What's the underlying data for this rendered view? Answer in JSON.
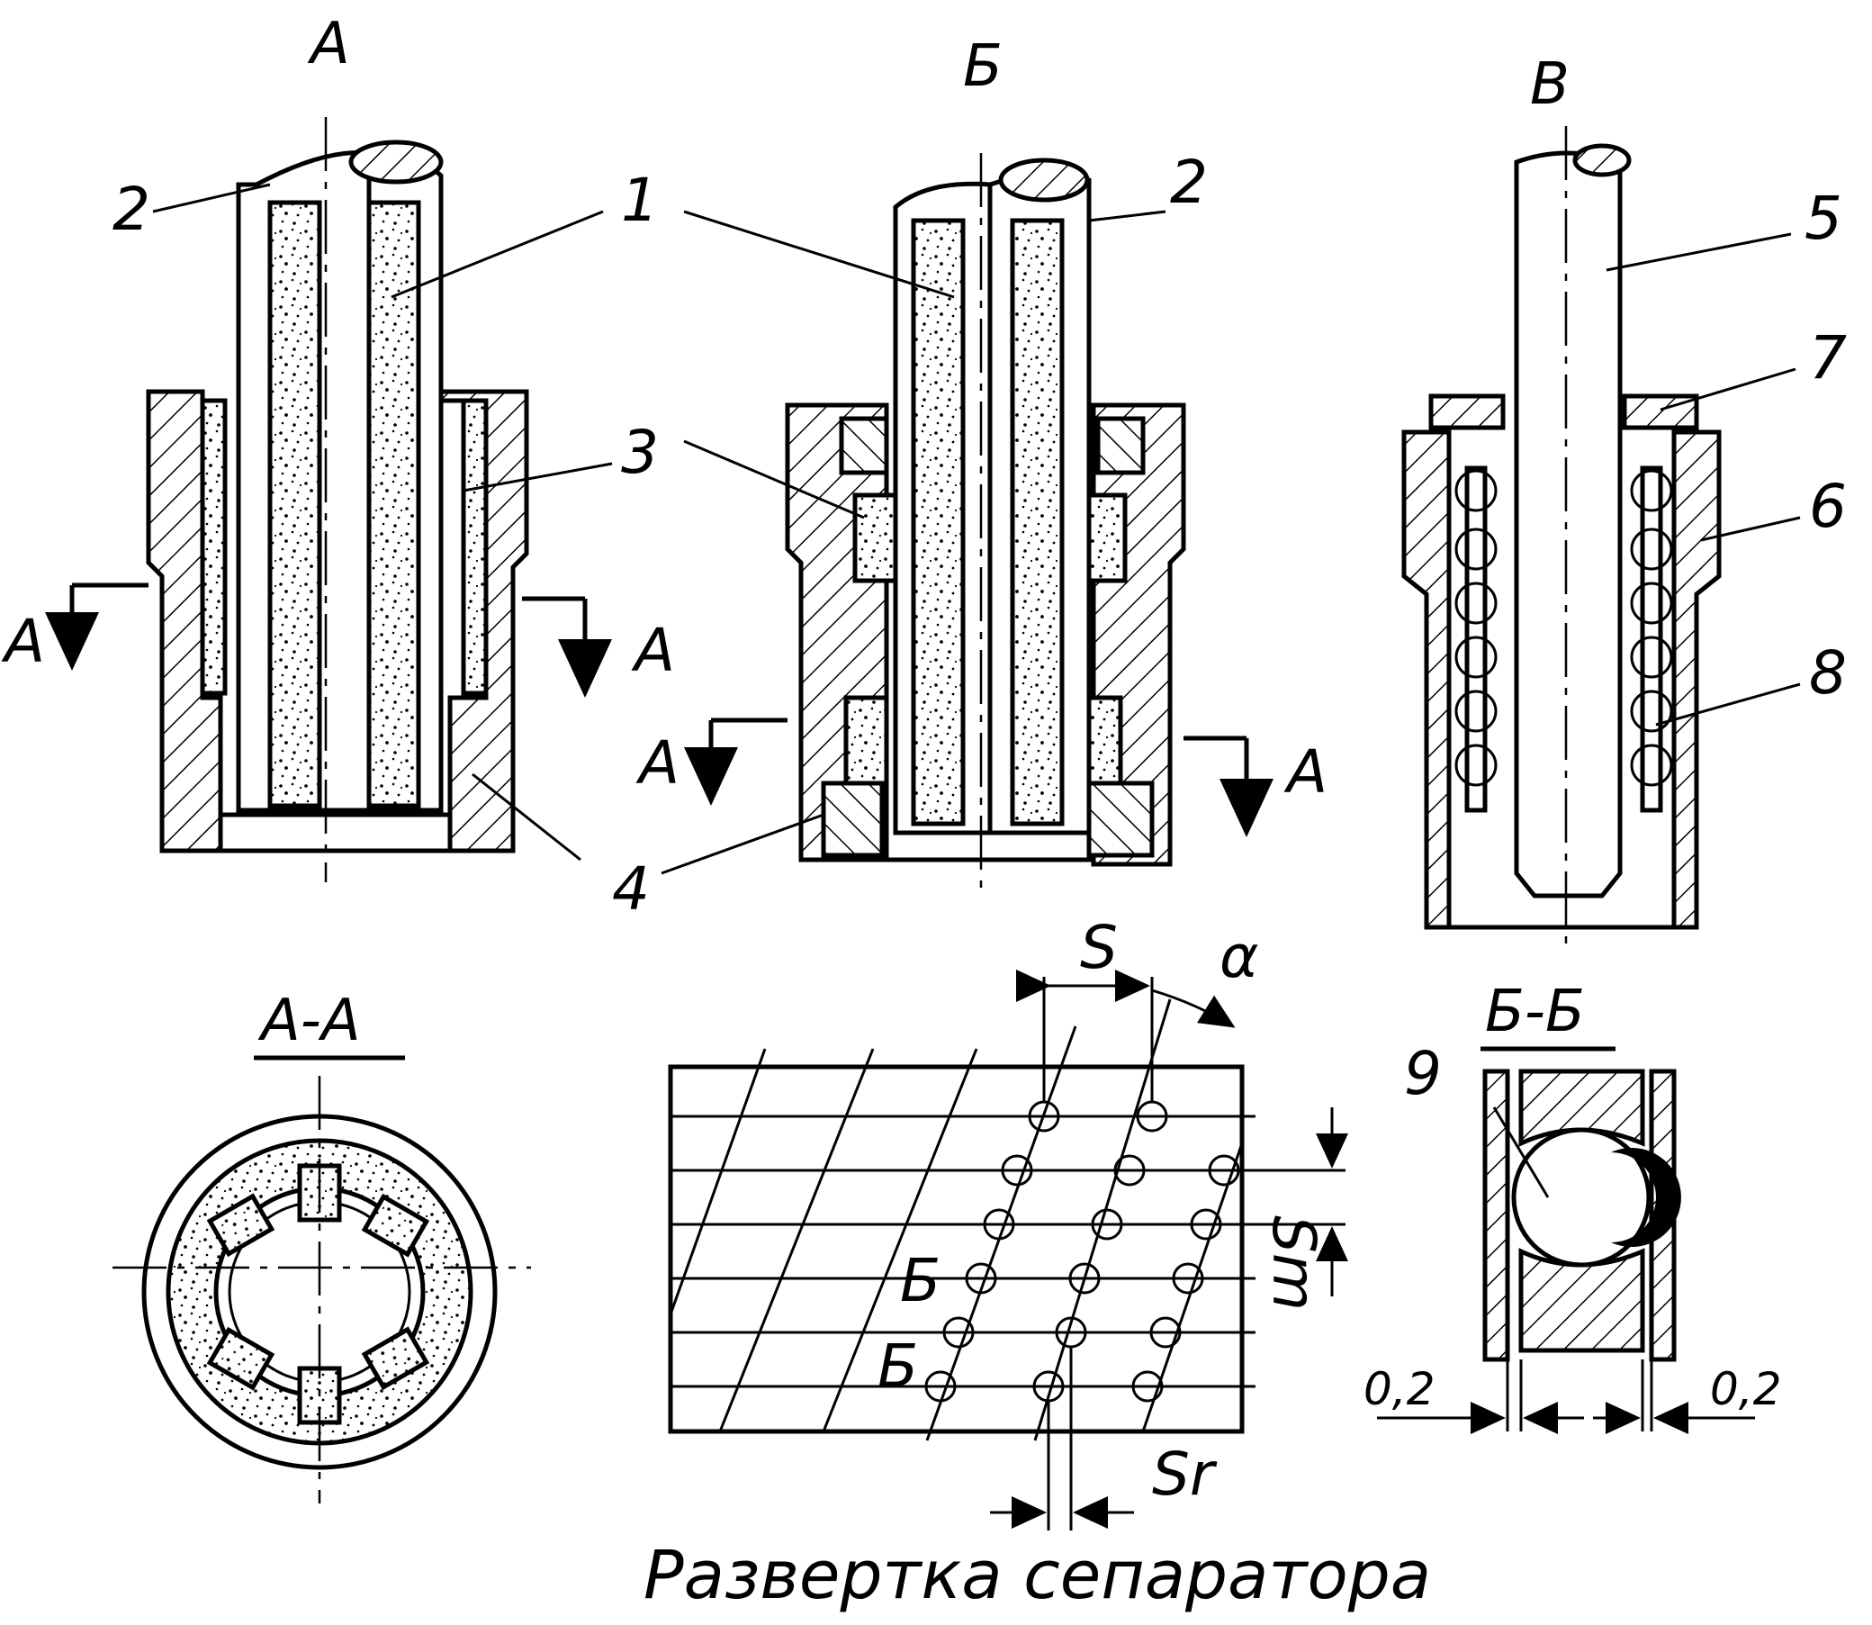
{
  "views": {
    "view_a": {
      "title": "А"
    },
    "view_b": {
      "title": "Б"
    },
    "view_c": {
      "title": "В"
    }
  },
  "part_numbers": {
    "n1": "1",
    "n2a": "2",
    "n2b": "2",
    "n3": "3",
    "n4": "4",
    "n5": "5",
    "n6": "6",
    "n7": "7",
    "n8": "8",
    "n9": "9"
  },
  "section_marks": {
    "a_left": "А",
    "a_right": "А",
    "b_left": "А",
    "b_right": "А",
    "sep_b1": "Б",
    "sep_b2": "Б"
  },
  "sections": {
    "aa": {
      "title": "А-А"
    },
    "bb": {
      "title": "Б-Б"
    }
  },
  "dimensions": {
    "s": "S",
    "alpha": "α",
    "sm": "Sm",
    "sr": "Sr",
    "gap_left": "0,2",
    "gap_right": "0,2"
  },
  "caption": "Развертка сепаратора"
}
